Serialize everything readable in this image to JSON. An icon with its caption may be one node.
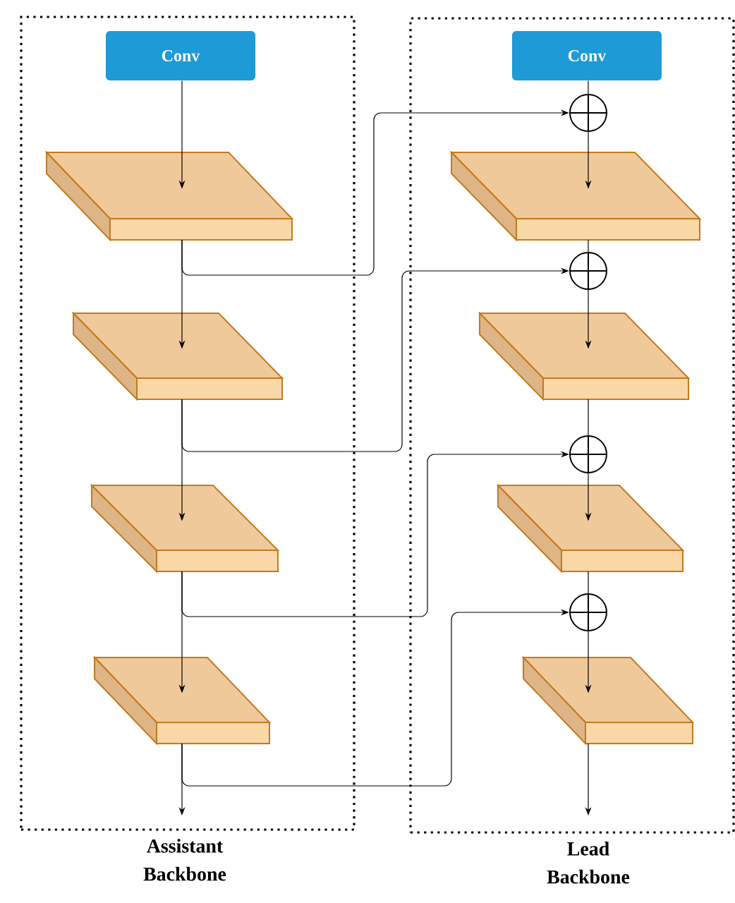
{
  "diagram": {
    "nodes": [
      {
        "text": [
          "Assistant Backbone"
        ]
      },
      {
        "text": [
          "Lead Backbone"
        ]
      },
      {
        "text": [
          "Conv"
        ],
        "in": 0
      },
      {
        "text": [
          "Conv"
        ],
        "in": 1
      },
      {
        "text": [],
        "shape": "box",
        "in": 0
      },
      {
        "text": [],
        "shape": "box",
        "in": 0
      },
      {
        "text": [],
        "shape": "box",
        "in": 0
      },
      {
        "text": [],
        "shape": "box",
        "in": 0
      },
      {
        "text": [],
        "shape": "circle",
        "in": 1
      },
      {
        "text": [],
        "shape": "box",
        "in": 1
      },
      {
        "text": [],
        "shape": "circle",
        "in": 1
      },
      {
        "text": [],
        "shape": "box",
        "in": 1
      },
      {
        "text": [],
        "shape": "circle",
        "in": 1
      },
      {
        "text": [],
        "shape": "box",
        "in": 1
      },
      {
        "text": [],
        "shape": "circle",
        "in": 1
      },
      {
        "text": [],
        "shape": "box",
        "in": 1
      }
    ],
    "edges": [
      {
        "from": 2,
        "to": 4,
        "arrow": "to"
      },
      {
        "from": 4,
        "to": 5,
        "arrow": "to"
      },
      {
        "from": 5,
        "to": 6,
        "arrow": "to"
      },
      {
        "from": 6,
        "to": 7,
        "arrow": "to"
      },
      {
        "from": 7,
        "to": null,
        "arrow": "to"
      },
      {
        "from": 3,
        "to": 8,
        "arrow": "none"
      },
      {
        "from": 8,
        "to": 9,
        "arrow": "to"
      },
      {
        "from": 9,
        "to": 10,
        "arrow": "none"
      },
      {
        "from": 10,
        "to": 11,
        "arrow": "to"
      },
      {
        "from": 11,
        "to": 12,
        "arrow": "none"
      },
      {
        "from": 12,
        "to": 13,
        "arrow": "to"
      },
      {
        "from": 13,
        "to": 14,
        "arrow": "none"
      },
      {
        "from": 14,
        "to": 15,
        "arrow": "to"
      },
      {
        "from": 15,
        "to": null,
        "arrow": "to"
      },
      {
        "from": 4,
        "to": 8,
        "arrow": "to"
      },
      {
        "from": 5,
        "to": 10,
        "arrow": "to"
      },
      {
        "from": 6,
        "to": 12,
        "arrow": "to"
      },
      {
        "from": 7,
        "to": 14,
        "arrow": "to"
      }
    ]
  }
}
